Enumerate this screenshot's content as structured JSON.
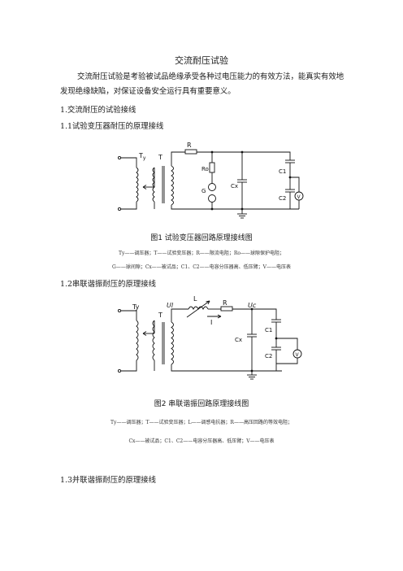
{
  "doc": {
    "title": "交流耐压试验",
    "intro": "交流耐压试验是考验被试品绝缘承受各种过电压能力的有效方法，能真实有效地发现绝缘缺陷，对保证设备安全运行具有重要意义。",
    "section1": "1.交流耐压的试验接线",
    "section1_1": "1.1试验变压器耐压的原理接线",
    "section1_2": "1.2串联谐振耐压的原理接线",
    "section1_3": "1.3并联谐振耐压的原理接线"
  },
  "fig1": {
    "labels": {
      "ty": "T",
      "ty_sub": "y",
      "t": "T",
      "r": "R",
      "ro": "Ro",
      "g": "G",
      "cx": "Cx",
      "c1": "C1",
      "c2": "C2",
      "v": "V"
    },
    "caption": "图1   试验变压器回路原理接线图",
    "legend_line1": "Ty——调压器；T——试验变压器；R——限流电阻；Ro——球隙保护电阻；",
    "legend_line2": "G——球间隙；Cx——被试品；C1、C2——电容分压器高、低压臂；V——电压表"
  },
  "fig2": {
    "labels": {
      "ty": "Ty",
      "t": "T",
      "ul": "Ul",
      "l": "L",
      "r": "R",
      "uc": "Uc",
      "i": "I",
      "cx": "Cx",
      "c1": "C1",
      "c2": "C2",
      "v": "V"
    },
    "caption": "图2   串联谐振回路原理接线图",
    "legend_line1": "Ty——调压器；T——试验变压器；L——调感电抗器；R——高压回路的等效电阻；",
    "legend_line2": "Cx——被试品；C1、C2——电容分压器高、低压臂；V——电压表"
  }
}
